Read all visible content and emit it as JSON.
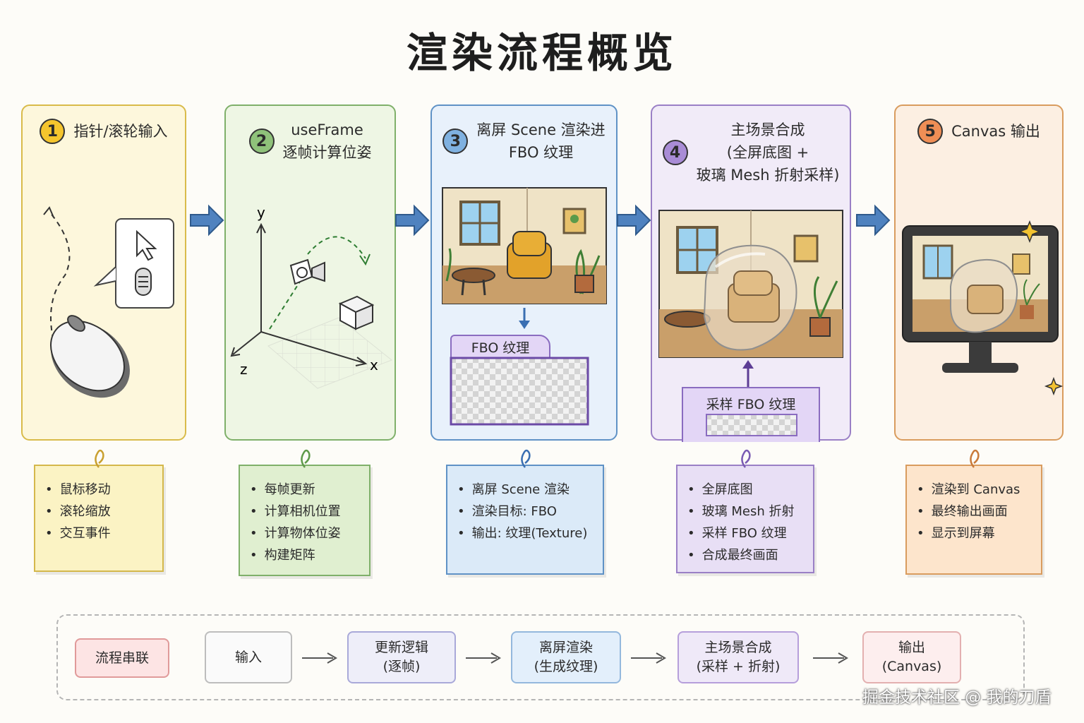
{
  "title": "渲染流程概览",
  "stages": [
    {
      "number": "1",
      "title_lines": [
        "指针/滚轮输入"
      ],
      "color": "#f5c52d"
    },
    {
      "number": "2",
      "title_lines": [
        "useFrame",
        "逐帧计算位姿"
      ],
      "color": "#8fc27a",
      "axis_labels": {
        "x": "x",
        "y": "y",
        "z": "z"
      }
    },
    {
      "number": "3",
      "title_lines": [
        "离屏 Scene 渲染进",
        "FBO 纹理"
      ],
      "color": "#7fb1e0",
      "fbo_tab_label": "FBO 纹理"
    },
    {
      "number": "4",
      "title_lines": [
        "主场景合成",
        "(全屏底图 +",
        "玻璃 Mesh 折射采样)"
      ],
      "color": "#a98cd6",
      "sample_label": "采样 FBO 纹理"
    },
    {
      "number": "5",
      "title_lines": [
        "Canvas 输出"
      ],
      "color": "#ef8e55"
    }
  ],
  "notes": [
    {
      "items": [
        "鼠标移动",
        "滚轮缩放",
        "交互事件"
      ]
    },
    {
      "items": [
        "每帧更新",
        "计算相机位置",
        "计算物体位姿",
        "构建矩阵"
      ]
    },
    {
      "items": [
        "离屏 Scene 渲染",
        "渲染目标: FBO",
        "输出: 纹理(Texture)"
      ]
    },
    {
      "items": [
        "全屏底图",
        "玻璃 Mesh 折射",
        "采样 FBO 纹理",
        "合成最终画面"
      ]
    },
    {
      "items": [
        "渲染到 Canvas",
        "最终输出画面",
        "显示到屏幕"
      ]
    }
  ],
  "chain": {
    "label": "流程串联",
    "steps": [
      [
        "输入"
      ],
      [
        "更新逻辑",
        "(逐帧)"
      ],
      [
        "离屏渲染",
        "(生成纹理)"
      ],
      [
        "主场景合成",
        "(采样 + 折射)"
      ],
      [
        "输出",
        "(Canvas)"
      ]
    ]
  },
  "watermark": "掘金技术社区 @ 我的刀盾"
}
